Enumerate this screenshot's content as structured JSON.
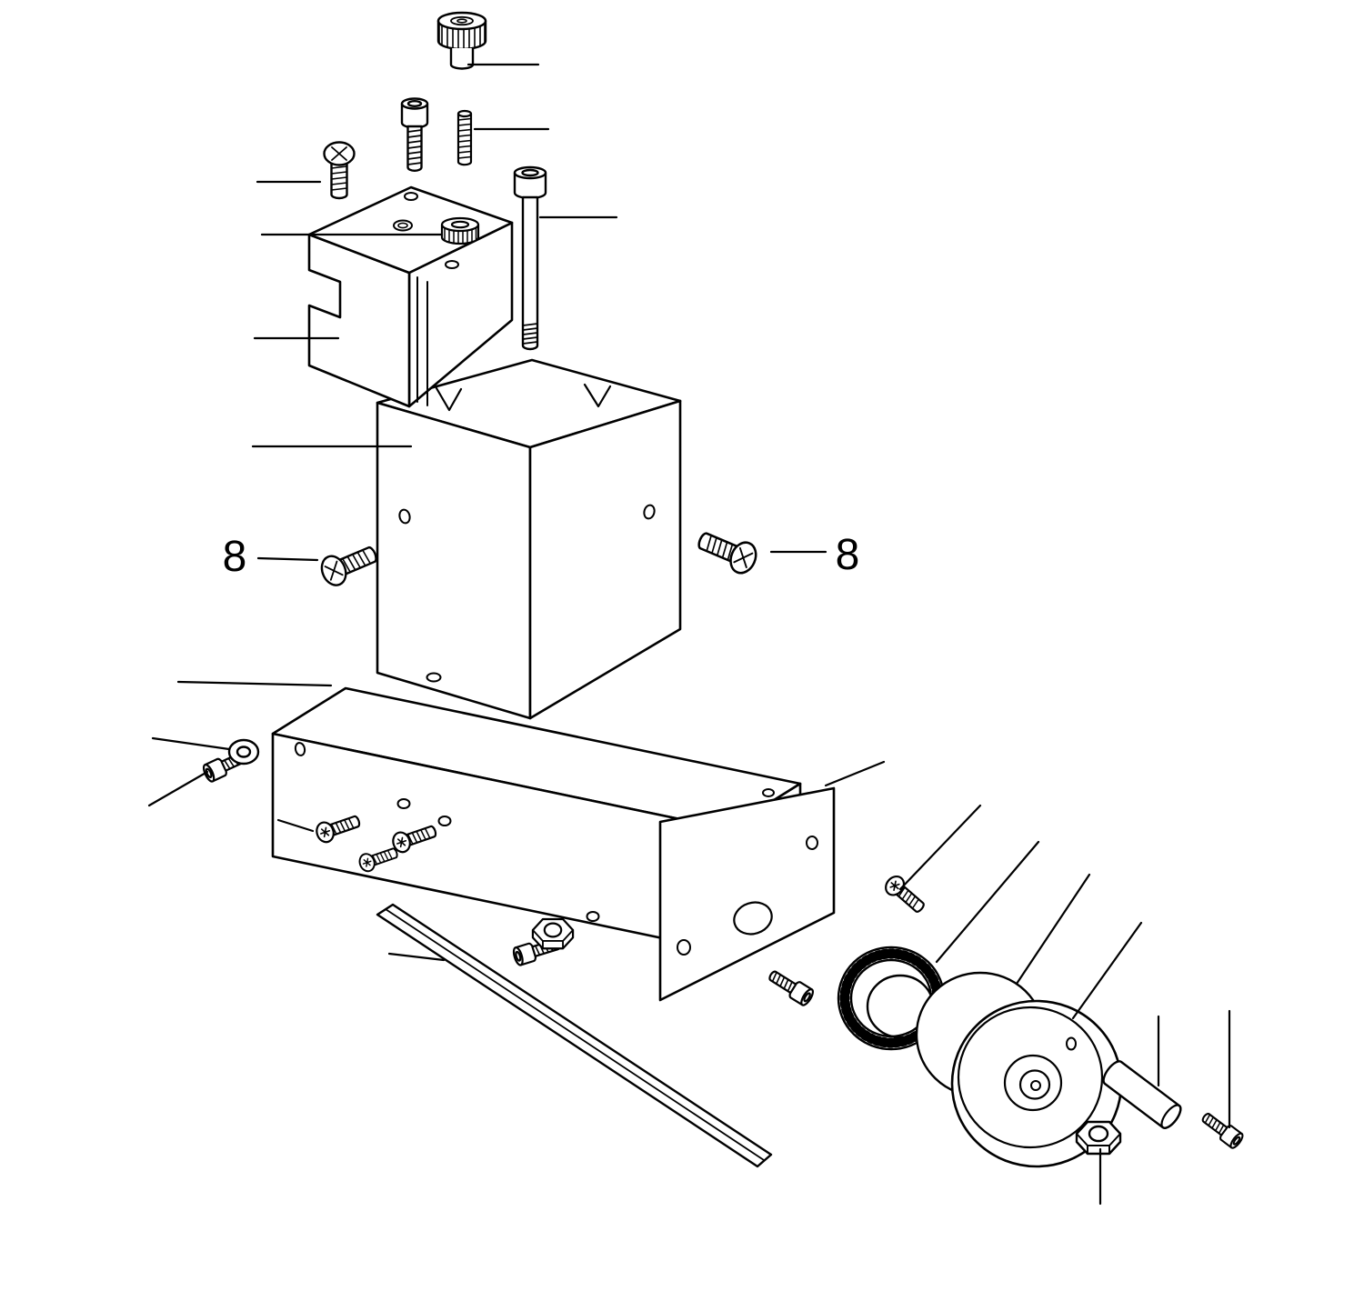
{
  "page": {
    "background": "#ffffff",
    "line_color": "#000000",
    "description_type": "exploded-parts-diagram"
  },
  "labels": {
    "left_item_number": "8",
    "right_item_number": "8"
  }
}
